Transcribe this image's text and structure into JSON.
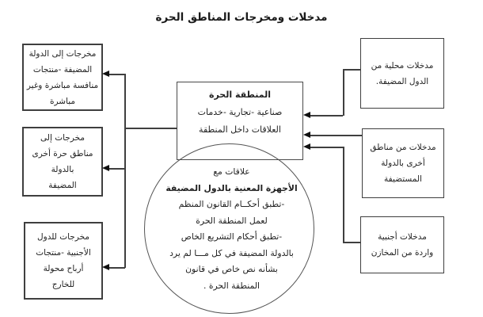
{
  "title": "مدخلات ومخرجات المناطق الحرة",
  "colors": {
    "background": "#ffffff",
    "line": "#3f3f3f",
    "text": "#222222",
    "arrow": "#111111"
  },
  "center_box": {
    "lines": [
      "المنطقة الحرة",
      "صناعية -تجارية -خدمات",
      "العلاقات داخل المنطقة"
    ]
  },
  "circle": {
    "lines": [
      "علاقات مع",
      "الأجهزة المعنية بالدول المضيفة",
      "-تطبق أحكــام القانون المنظم",
      "لعمل المنطقة الحرة",
      "-تطبق أحكام التشريع الخاص",
      "بالدولة المضيفة في كل مـــا لم يرد",
      "بشأنه نص خاص في قانون",
      "المنطقة الحرة ."
    ]
  },
  "left_boxes": [
    {
      "id": "outputs-to-host-country",
      "lines": [
        "مخرجات إلى الدولة",
        "المضيفة -منتجات",
        "منافسة مباشرة وغير",
        "مباشرة"
      ]
    },
    {
      "id": "outputs-to-other-free-zones",
      "lines": [
        "مخرجات إلى",
        "مناطق حرة أخرى",
        "بالدولة",
        "المضيفة"
      ]
    },
    {
      "id": "outputs-to-foreign-countries",
      "lines": [
        "مخرجات للدول",
        "الأجنبية -منتجات",
        "أرباح محولة",
        "للخارج"
      ]
    }
  ],
  "right_boxes": [
    {
      "id": "local-inputs-from-host-countries",
      "lines": [
        "مدخلات محلية من",
        "الدول المضيفة."
      ]
    },
    {
      "id": "inputs-from-other-zones",
      "lines": [
        "مدخلات من مناطق",
        "أخرى بالدولة",
        "المستضيفة"
      ]
    },
    {
      "id": "foreign-inputs-from-warehouses",
      "lines": [
        "مدخلات أجنبية",
        "واردة من المخازن"
      ]
    }
  ]
}
